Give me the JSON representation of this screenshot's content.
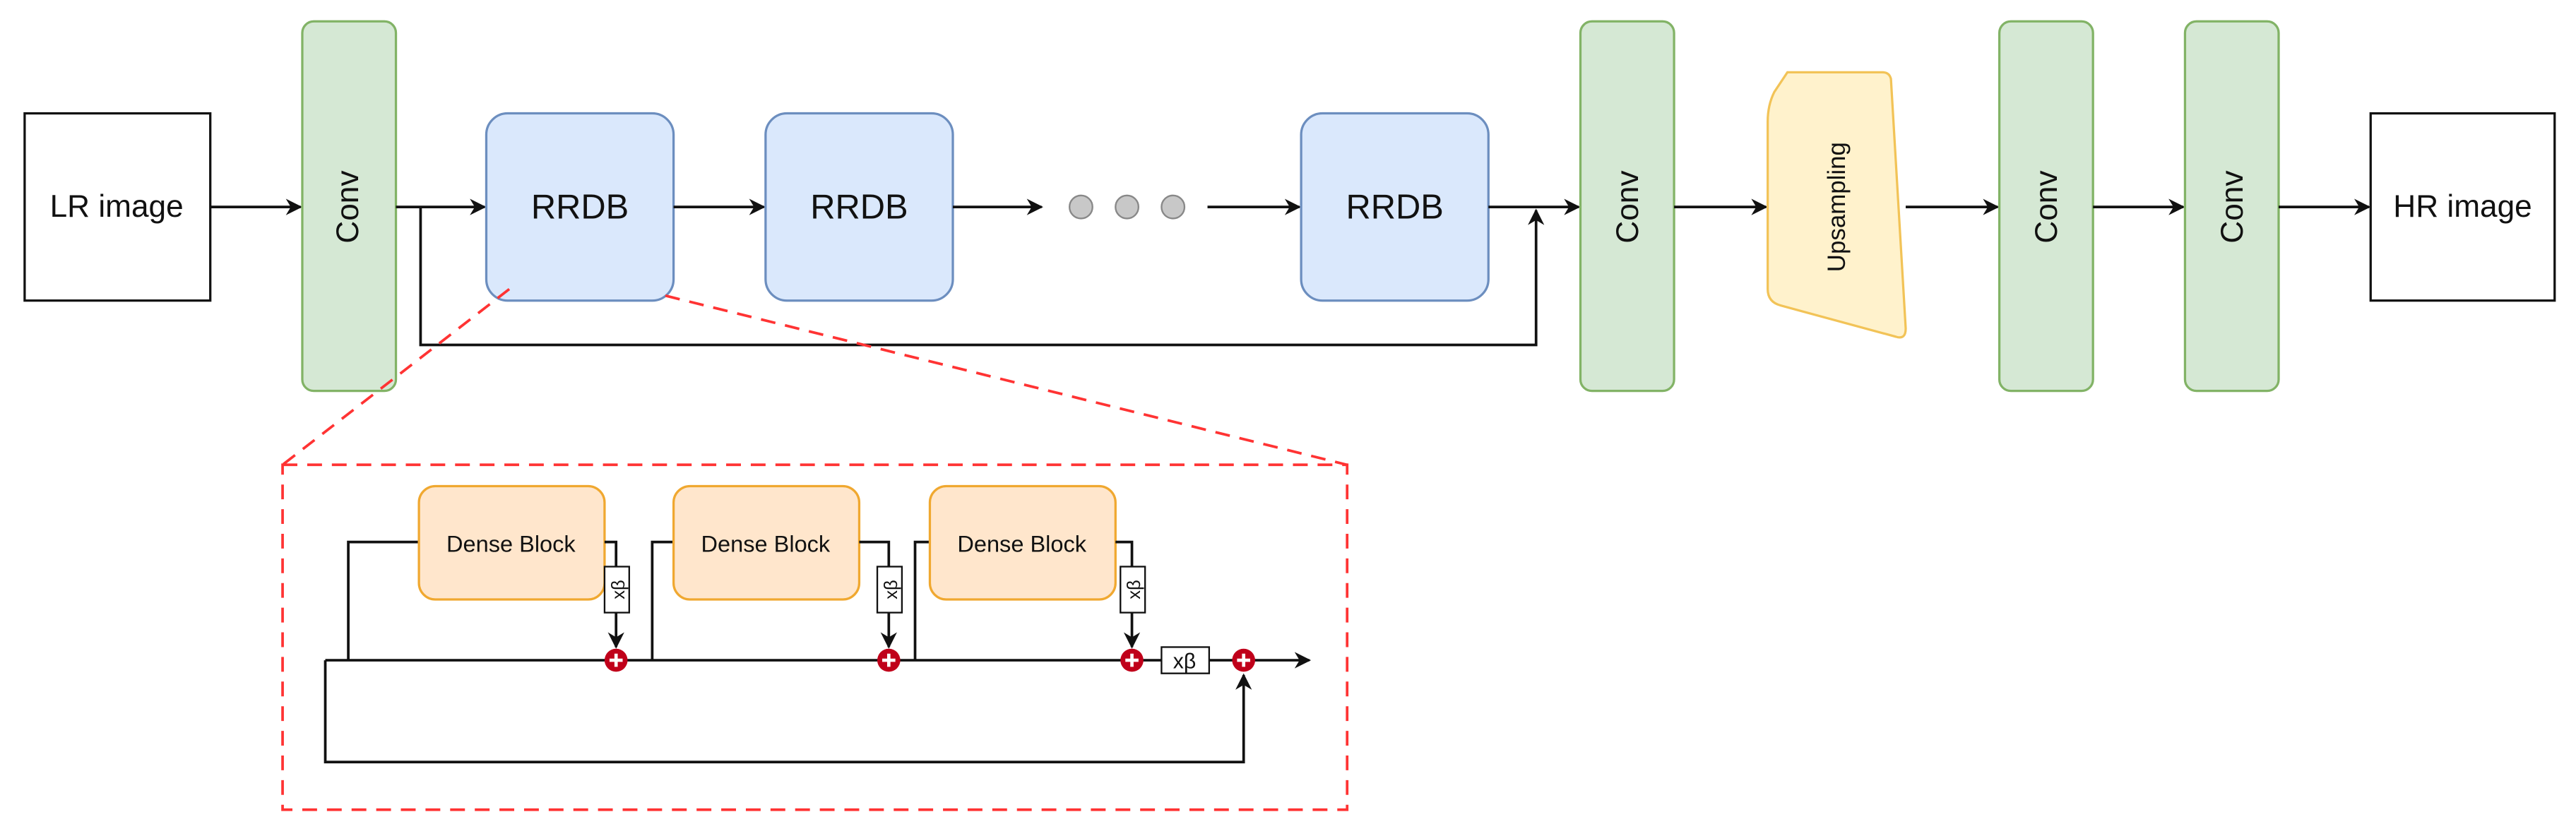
{
  "nodes": {
    "input": "LR image",
    "conv": "Conv",
    "rrdb": "RRDB",
    "upsampling": "Upsampling",
    "output": "HR image",
    "dense_block": "Dense Block",
    "beta_scale": "xβ"
  },
  "colors": {
    "conv_fill": "#d5e8d4",
    "conv_stroke": "#82b366",
    "rrdb_fill": "#dae8fc",
    "rrdb_stroke": "#6c8ebf",
    "upsampling_fill": "#fff2cc",
    "upsampling_stroke": "#f2c357",
    "dense_fill": "#ffe6cc",
    "dense_stroke": "#f0a830",
    "zoom_callout": "#ff3333",
    "sum_node": "#c0001a"
  },
  "icons": {
    "sum": "plus-circle-icon",
    "ellipsis": "gray-dots"
  }
}
